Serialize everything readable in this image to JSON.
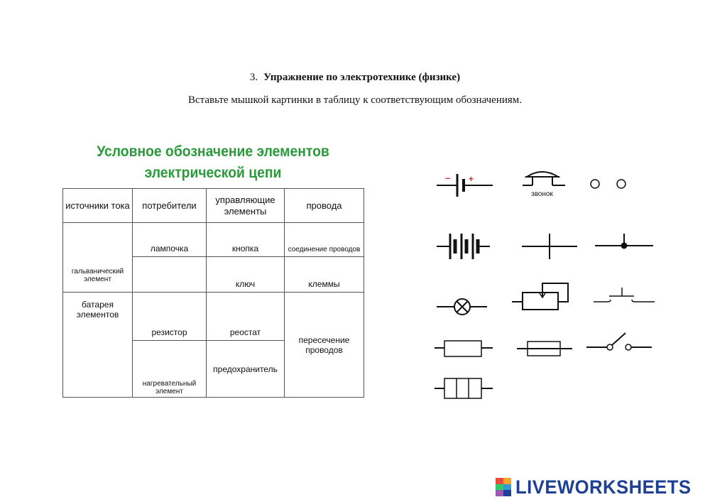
{
  "task": {
    "number": "3.",
    "title": "Упражнение по электротехнике (физике)",
    "instruction": "Вставьте мышкой картинки в таблицу к соответствующим обозначениям."
  },
  "table": {
    "heading_line1": "Условное обозначение элементов",
    "heading_line2": "электрической цепи",
    "headers": [
      "источники тока",
      "потребители",
      "управляющие элементы",
      "провода"
    ],
    "cells": {
      "galvanic": "гальванический элемент",
      "lamp": "лампочка",
      "button": "кнопка",
      "wire_connection": "соединение проводов",
      "key": "ключ",
      "terminals": "клеммы",
      "battery": "батарея элементов",
      "resistor": "резистор",
      "rheostat": "реостат",
      "wire_crossing": "пересечение проводов",
      "heater": "нагревательный элемент",
      "fuse": "предохранитель"
    }
  },
  "symbols": {
    "bell_label": "звонок",
    "minus": "–",
    "plus": "+",
    "items": [
      "galvanic-cell-symbol",
      "bell-symbol",
      "terminals-symbol",
      "battery-symbol",
      "wire-crossing-symbol",
      "wire-connection-symbol",
      "lamp-symbol",
      "rheostat-symbol",
      "button-symbol",
      "resistor-symbol",
      "fuse-symbol",
      "key-symbol",
      "heater-symbol"
    ]
  },
  "logo": {
    "text": "LIVEWORKSHEETS",
    "colors": [
      "#e84c3d",
      "#f5a623",
      "#2ecc71",
      "#3498db",
      "#9b59b6",
      "#1d3f94"
    ]
  },
  "colors": {
    "heading": "#2a9a3a",
    "logo_text": "#1d3f94",
    "sign_red": "#e02020"
  }
}
